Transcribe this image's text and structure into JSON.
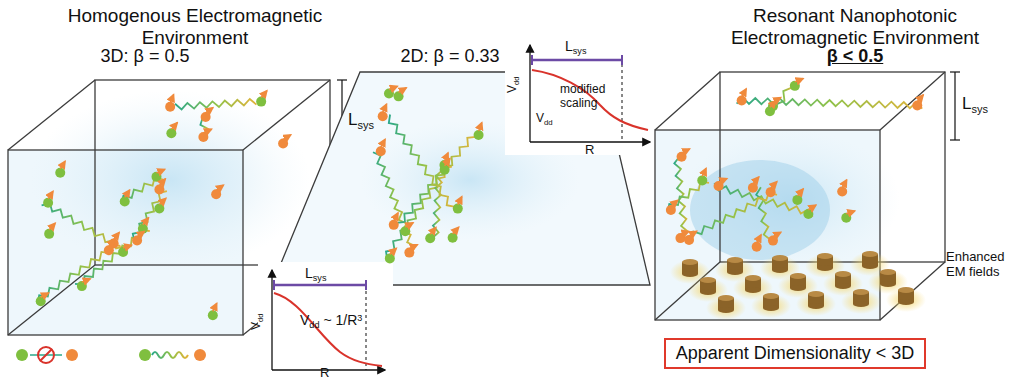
{
  "diagram": {
    "nodes": [
      {
        "text": [
          "Apparent Dimensionality < 3D"
        ]
      }
    ],
    "labels": [
      "Homogenous Electromagnetic Environment",
      "3D: β = 0.5",
      "2D: β = 0.33",
      "L",
      "sys",
      "V",
      "dd",
      "R",
      "L",
      "sys",
      "V",
      "dd",
      "~ 1/R",
      "3",
      "Resonant Nanophotonic Electromagnetic Environment",
      "β < 0.5",
      "L",
      "sys",
      "V",
      "dd",
      "R",
      "modified scaling",
      "V",
      "dd",
      "L",
      "sys",
      "Enhanced EM fields"
    ]
  }
}
